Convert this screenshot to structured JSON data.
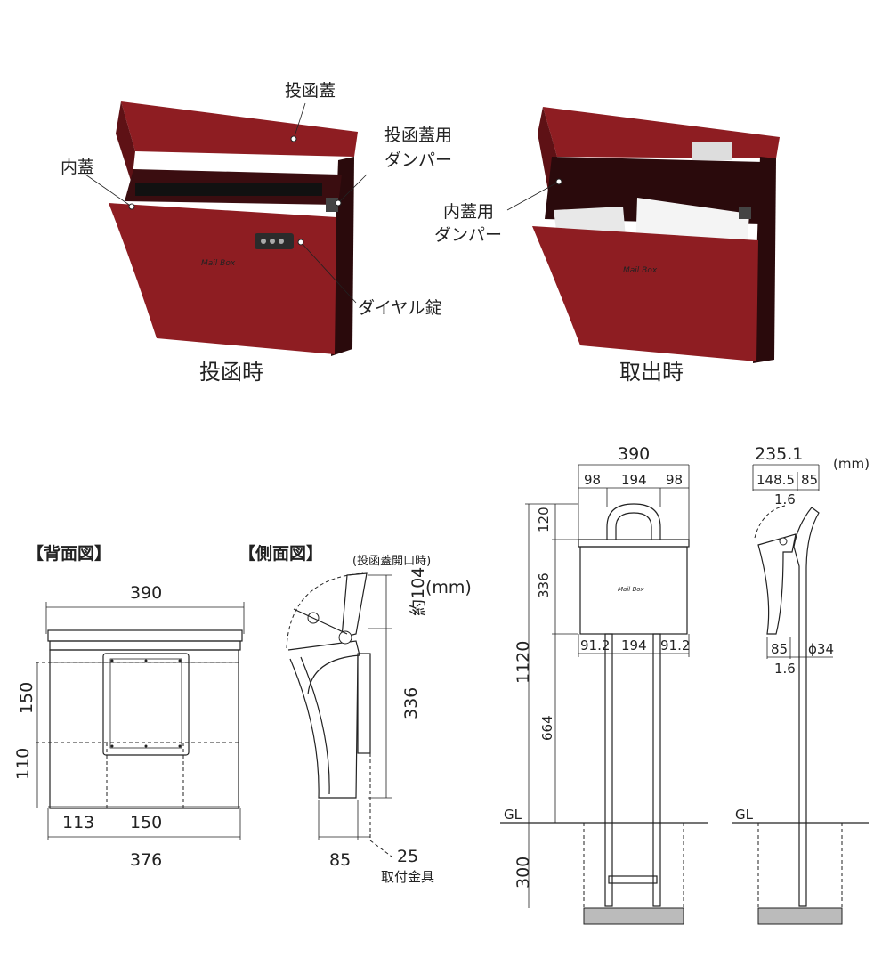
{
  "photos": {
    "left": {
      "caption": "投函時",
      "callout_lid": "投函蓋",
      "callout_inner_lid": "内蓋",
      "callout_damper_line1": "投函蓋用",
      "callout_damper_line2": "ダンパー",
      "callout_lock": "ダイヤル錠"
    },
    "right": {
      "caption": "取出時",
      "callout_damper_line1": "内蓋用",
      "callout_damper_line2": "ダンパー"
    },
    "colors": {
      "body_red": "#8e1d22",
      "dark_red": "#5e1115",
      "shadow": "#2a0a0c"
    }
  },
  "back_view": {
    "title": "【背面図】",
    "width_top": "390",
    "height_upper": "150",
    "height_lower": "110",
    "offset_left": "113",
    "plate_width": "150",
    "width_bottom": "376"
  },
  "side_view": {
    "title": "【側面図】",
    "open_note": "(投函蓋開口時)",
    "unit": "(mm)",
    "open_height": "約104",
    "height": "336",
    "depth": "85",
    "bracket": "25",
    "bracket_label": "取付金具"
  },
  "pole_front": {
    "width_total": "390",
    "seg_left": "98",
    "seg_mid": "194",
    "seg_right": "98",
    "handle_h": "120",
    "box_h": "336",
    "total_h": "1120",
    "pole_h": "664",
    "pole_left": "91.2",
    "pole_mid": "194",
    "pole_right": "91.2",
    "gl": "GL",
    "buried": "300"
  },
  "pole_side": {
    "width_total": "235.1",
    "seg_a": "148.5",
    "seg_b": "85",
    "unit": "(mm)",
    "thick_top": "1.6",
    "depth": "85",
    "diameter": "ϕ34",
    "thick_bottom": "1.6",
    "gl": "GL"
  }
}
